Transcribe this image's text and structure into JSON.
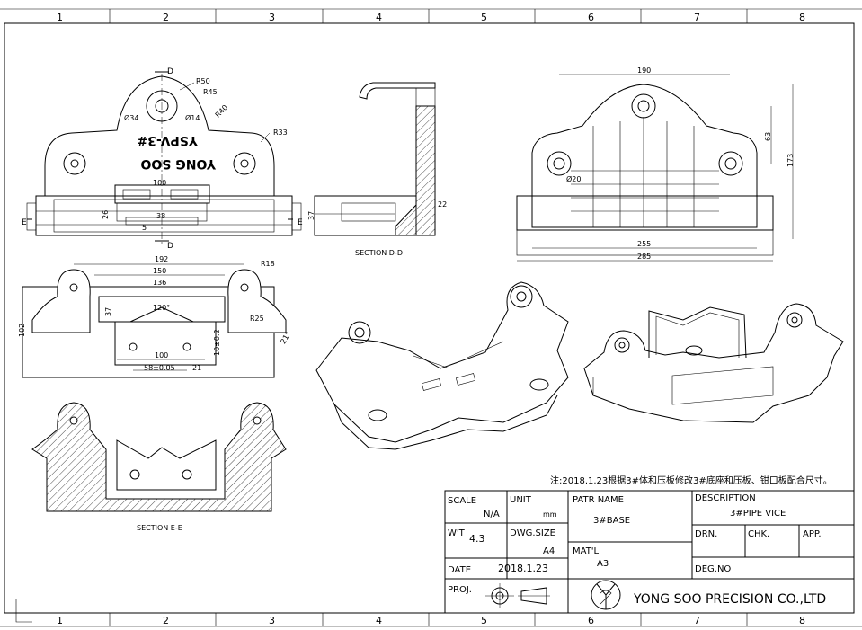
{
  "grid": {
    "columns": [
      "1",
      "2",
      "3",
      "4",
      "5",
      "6",
      "7",
      "8"
    ]
  },
  "top_view": {
    "label_d_top": "D",
    "label_d_bottom": "D",
    "label_e_left": "E",
    "label_e_right": "E",
    "engraving_1": "YSPV-3#",
    "engraving_2": "YONG SOO",
    "dims": {
      "r50": "R50",
      "r45": "R45",
      "r40": "R40",
      "phi34": "Ø34",
      "phi14": "Ø14",
      "r33": "R33",
      "d100": "100",
      "d26": "26",
      "d38": "38",
      "d5": "5"
    }
  },
  "section_dd": {
    "title": "SECTION D-D",
    "dims": {
      "d37": "37",
      "d22": "22"
    }
  },
  "right_view": {
    "dims": {
      "d190": "190",
      "d63": "63",
      "d173": "173",
      "phi20": "Ø20",
      "d255": "255",
      "d285": "285"
    }
  },
  "front_view": {
    "dims": {
      "d192": "192",
      "d150": "150",
      "d136": "136",
      "r18": "R18",
      "d37": "37",
      "a120": "120°",
      "r25": "R25",
      "a21": "21°",
      "d102": "102",
      "d100": "100",
      "d58": "58±0.05",
      "d21": "21",
      "d10": "10±0.2"
    }
  },
  "section_ee": {
    "title": "SECTION E-E"
  },
  "note": "注:2018.1.23根据3#体和压板修改3#底座和压板、钳口板配合尺寸。",
  "title_block": {
    "scale_label": "SCALE",
    "scale_value": "N/A",
    "unit_label": "UNIT",
    "unit_value": "mm",
    "part_name_label": "PATR NAME",
    "part_name_value": "3#BASE",
    "description_label": "DESCRIPTION",
    "description_value": "3#PIPE VICE",
    "weight_label": "W'T",
    "weight_value": "4.3",
    "dwg_size_label": "DWG.SIZE",
    "dwg_size_value": "A4",
    "drn_label": "DRN.",
    "chk_label": "CHK.",
    "app_label": "APP.",
    "material_label": "MAT'L",
    "material_value": "A3",
    "date_label": "DATE",
    "date_value": "2018.1.23",
    "dwg_no_label": "DEG.NO",
    "proj_label": "PROJ.",
    "company": "YONG SOO PRECISION CO.,LTD"
  }
}
